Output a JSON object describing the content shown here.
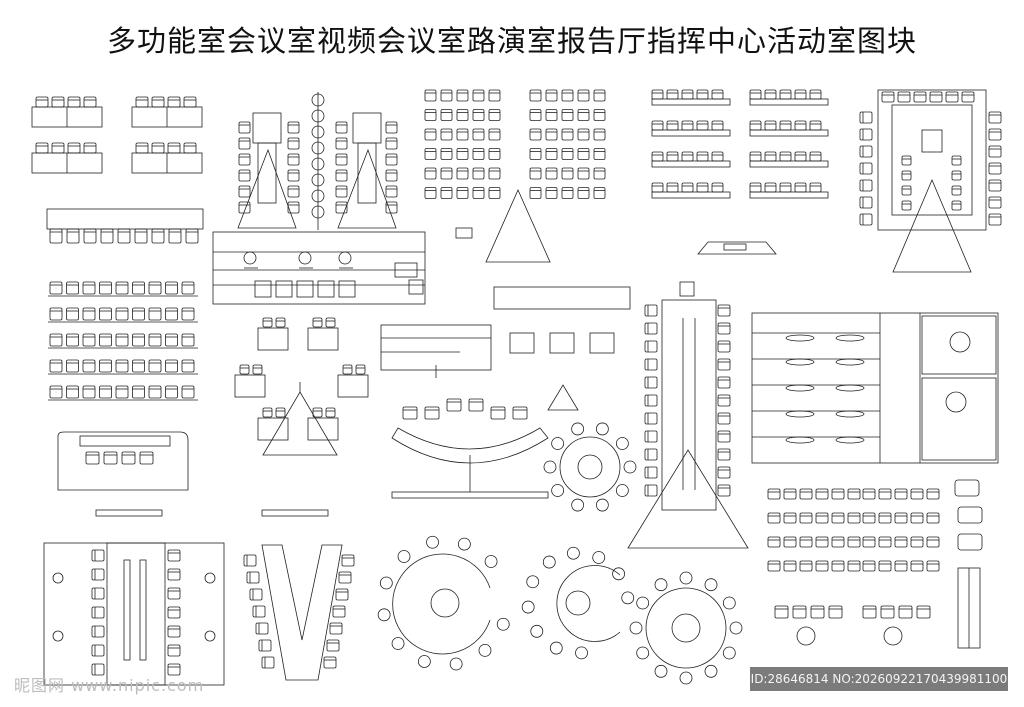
{
  "page": {
    "title": "多功能室会议室视频会议室路演室报告厅指挥中心活动室图块"
  },
  "watermark": {
    "text": "昵图网 www.nipic.com"
  },
  "id_bar": {
    "text": "ID:28646814 NO:20260922170439981100"
  },
  "colors": {
    "line": "#222222",
    "background": "#ffffff",
    "id_bar": "#7b7b7b"
  }
}
